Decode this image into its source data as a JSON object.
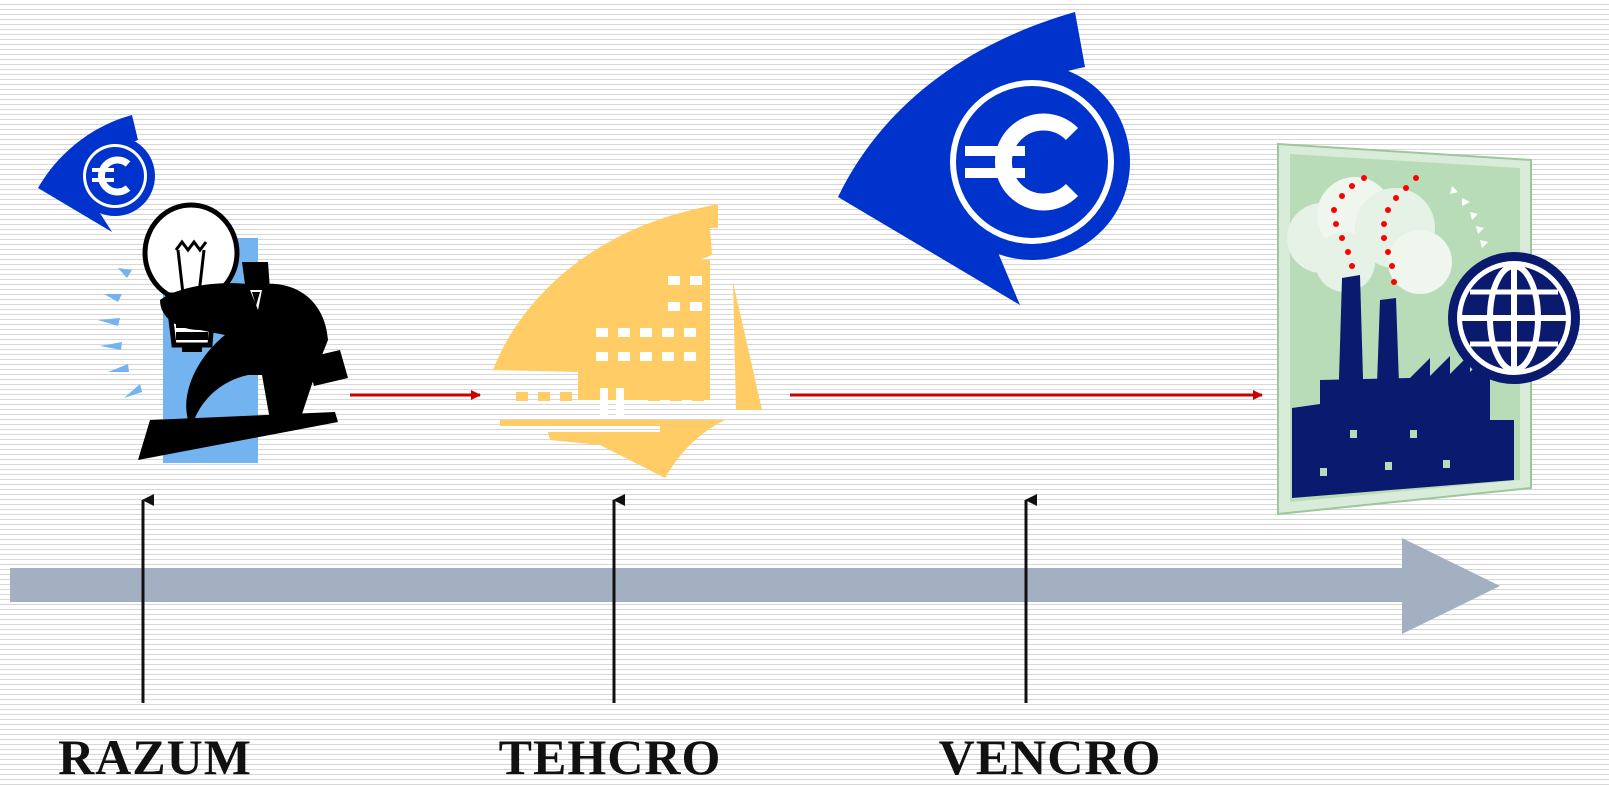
{
  "stages": [
    {
      "label": "RAZUM",
      "icon": "businessman-with-lightbulb-icon"
    },
    {
      "label": "TEHCRO",
      "icon": "office-building-icon"
    },
    {
      "label": "VENCRO",
      "icon": "euro-sign-icon"
    }
  ],
  "final_stage": {
    "icon": "factory-with-globe-icon"
  },
  "icons": {
    "small_euro": "euro-sign-icon",
    "globe": "globe-icon"
  },
  "colors": {
    "euro_blue": "#0033cc",
    "building_yellow": "#ffcc66",
    "flow_arrow_red": "#cc0000",
    "timeline_grey": "#a3b0c2",
    "factory_navy": "#0a1a6e",
    "factory_frame_green": "#b8dcb8",
    "smoke_dots_red": "#ff0000",
    "highlight_blue": "#73b4f0"
  }
}
